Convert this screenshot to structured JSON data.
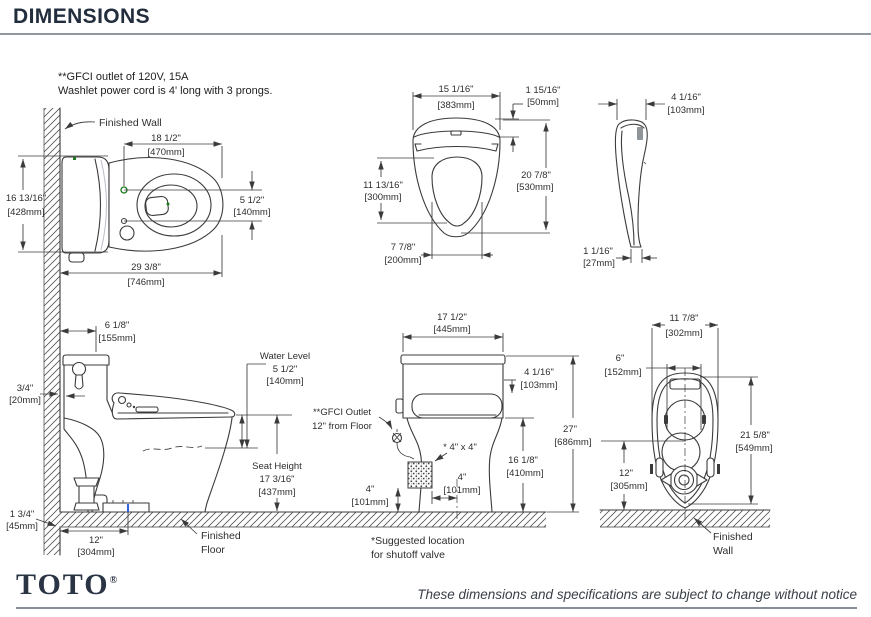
{
  "header": {
    "title": "DIMENSIONS"
  },
  "notes": {
    "line1": "**GFCI outlet of 120V, 15A",
    "line2": "Washlet power cord is 4' long with 3 prongs."
  },
  "footer": {
    "brand": "TOTO",
    "registered": "®",
    "disclaimer": "These dimensions and specifications are subject to change without notice"
  },
  "colors": {
    "title": "#222d3d",
    "rule": "#9097a0",
    "line": "#3b3b3b",
    "green": "#1c7a1c",
    "blue": "#2f62d8",
    "brand": "#2a3444"
  },
  "plan_view": {
    "finished_wall": "Finished Wall",
    "width_in": "18 1/2\"",
    "width_mm": "[470mm]",
    "offset_in": "5 1/2\"",
    "offset_mm": "[140mm]",
    "depth_in": "29 3/8\"",
    "depth_mm": "[746mm]",
    "height_in": "16 13/16\"",
    "height_mm": "[428mm]"
  },
  "seat_top_view": {
    "width_in": "15 1/16\"",
    "width_mm": "[383mm]",
    "hinge_in": "1 15/16\"",
    "hinge_mm": "[50mm]",
    "opening_in": "11 13/16\"",
    "opening_mm": "[300mm]",
    "length_in": "20 7/8\"",
    "length_mm": "[530mm]",
    "bowl_in": "7 7/8\"",
    "bowl_mm": "[200mm]"
  },
  "lid_side_view": {
    "depth_in": "4 1/16\"",
    "depth_mm": "[103mm]",
    "thickness_in": "1 1/16\"",
    "thickness_mm": "[27mm]"
  },
  "side_view": {
    "tank_depth_in": "6 1/8\"",
    "tank_depth_mm": "[155mm]",
    "gap_in": "3/4\"",
    "gap_mm": "[20mm]",
    "water_level_label": "Water Level",
    "water_level_in": "5 1/2\"",
    "water_level_mm": "[140mm]",
    "seat_height_label": "Seat Height",
    "seat_height_in": "17 3/16\"",
    "seat_height_mm": "[437mm]",
    "base_in": "1 3/4\"",
    "base_mm": "[45mm]",
    "supply_in": "12\"",
    "supply_mm": "[304mm]",
    "finished_floor_1": "Finished",
    "finished_floor_2": "Floor"
  },
  "front_view": {
    "width_in": "17 1/2\"",
    "width_mm": "[445mm]",
    "tank_h_in": "4 1/16\"",
    "tank_h_mm": "[103mm]",
    "gfci_1": "**GFCI Outlet",
    "gfci_2": "12\" from Floor",
    "valve_label": "* 4\" x 4\"",
    "rim_h_in": "16 1/8\"",
    "rim_h_mm": "[410mm]",
    "total_h_in": "27\"",
    "total_h_mm": "[686mm]",
    "valve_v_in": "4\"",
    "valve_v_mm": "[101mm]",
    "valve_h_in": "4\"",
    "valve_h_mm": "[101mm]",
    "suggested_1": "*Suggested location",
    "suggested_2": "for shutoff valve"
  },
  "bottom_view": {
    "width_in": "11 7/8\"",
    "width_mm": "[302mm]",
    "bolt_in": "6\"",
    "bolt_mm": "[152mm]",
    "length_in": "21 5/8\"",
    "length_mm": "[549mm]",
    "rough_in": "12\"",
    "rough_mm": "[305mm]",
    "finished_wall_1": "Finished",
    "finished_wall_2": "Wall"
  }
}
